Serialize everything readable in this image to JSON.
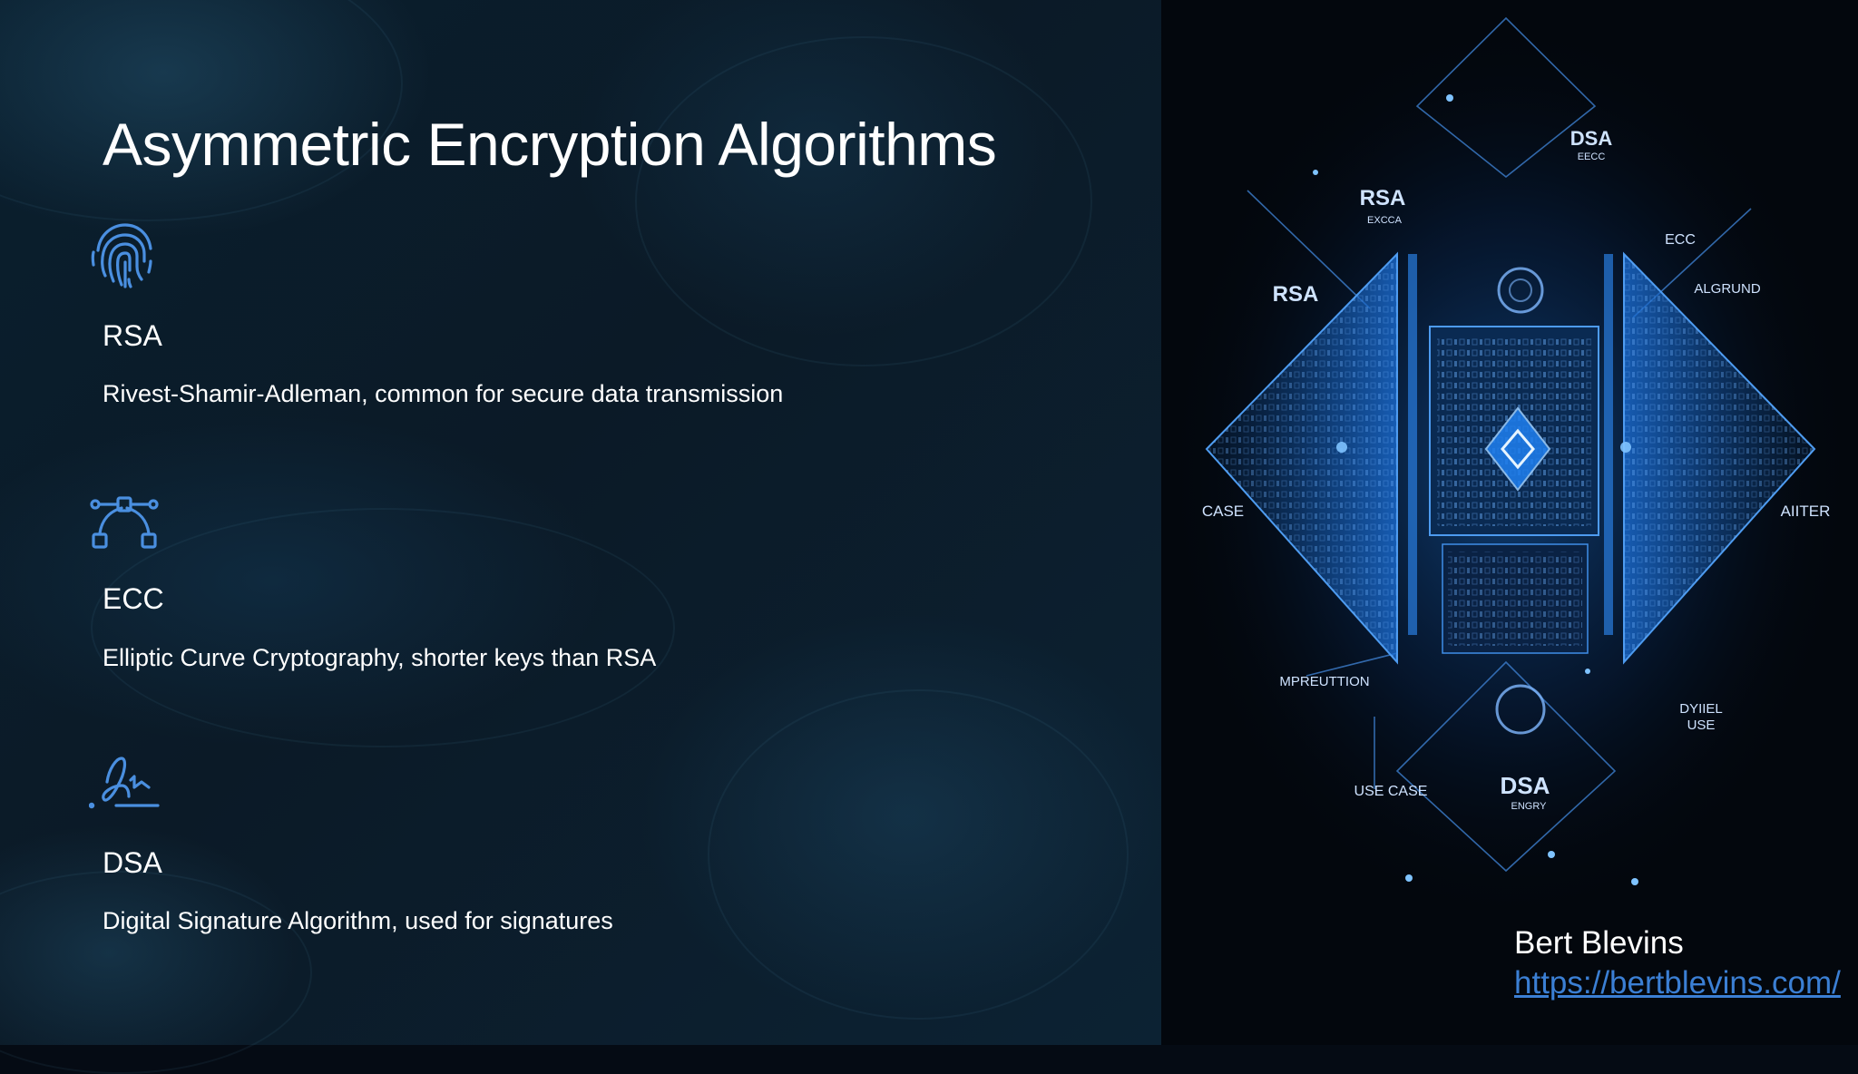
{
  "slide": {
    "title": "Asymmetric Encryption Algorithms",
    "items": [
      {
        "icon": "fingerprint-icon",
        "heading": "RSA",
        "description": "Rivest-Shamir-Adleman, common for secure data transmission"
      },
      {
        "icon": "bezier-curve-icon",
        "heading": "ECC",
        "description": "Elliptic Curve Cryptography, shorter keys than RSA"
      },
      {
        "icon": "signature-icon",
        "heading": "DSA",
        "description": "Digital Signature Algorithm, used for signatures"
      }
    ],
    "accent_color": "#4a8fe0"
  },
  "illustration": {
    "labels": {
      "dsa_top": "DSA",
      "dsa_top_sub": "EECC",
      "rsa_top": "RSA",
      "rsa_top_sub": "EXCCA",
      "rsa_left": "RSA",
      "ecc": "ECC",
      "algrund": "ALGRUND",
      "case": "CASE",
      "aiter": "AIITER",
      "mpreuttion": "MPREUTTION",
      "dyiel_1": "DYIIEL",
      "dyiel_2": "USE",
      "use_case": "USE CASE",
      "dsa_bottom": "DSA",
      "dsa_bottom_sub": "ENGRY"
    }
  },
  "footer": {
    "author": "Bert Blevins",
    "url": "https://bertblevins.com/"
  }
}
